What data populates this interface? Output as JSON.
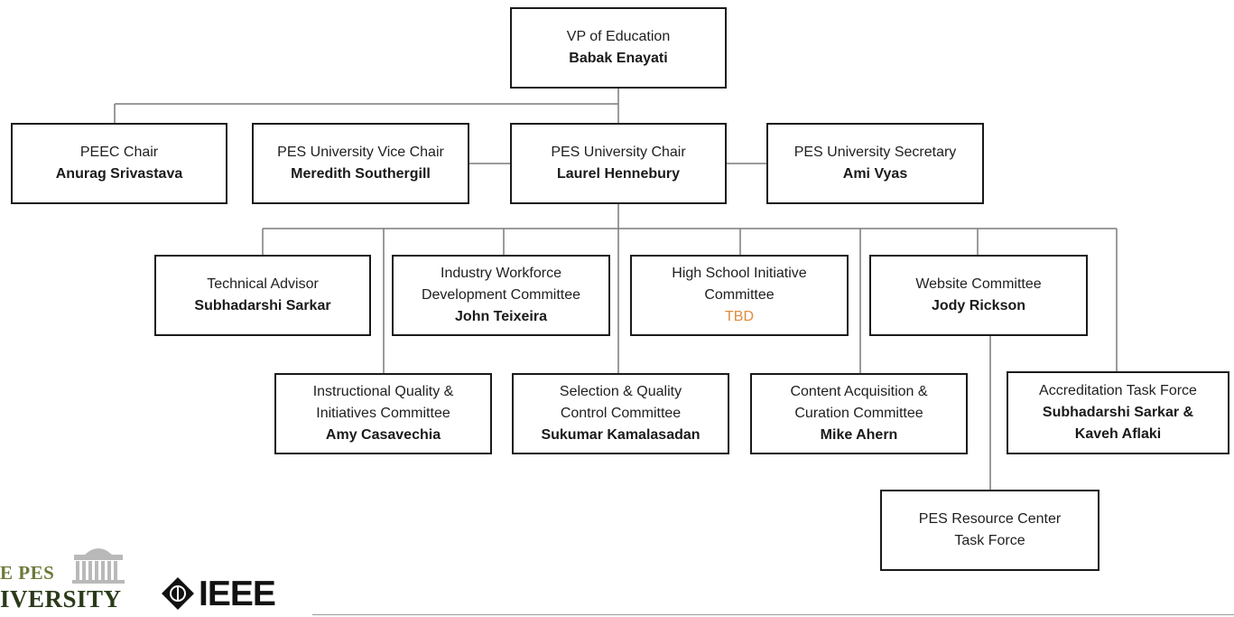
{
  "org_chart": {
    "vp": {
      "title": "VP of Education",
      "person": "Babak Enayati"
    },
    "peec": {
      "title": "PEEC Chair",
      "person": "Anurag Srivastava"
    },
    "vice_chair": {
      "title": "PES University Vice Chair",
      "person": "Meredith Southergill"
    },
    "chair": {
      "title": "PES University Chair",
      "person": "Laurel Hennebury"
    },
    "secretary": {
      "title": "PES University Secretary",
      "person": "Ami Vyas"
    },
    "technical_advisor": {
      "title": "Technical Advisor",
      "person": "Subhadarshi Sarkar"
    },
    "industry": {
      "title_line1": "Industry Workforce",
      "title_line2": "Development Committee",
      "person": "John Teixeira"
    },
    "high_school": {
      "title_line1": "High School Initiative",
      "title_line2": "Committee",
      "person": "TBD"
    },
    "website": {
      "title": "Website Committee",
      "person": "Jody Rickson"
    },
    "instructional": {
      "title_line1": "Instructional Quality &",
      "title_line2": "Initiatives Committee",
      "person": "Amy Casavechia"
    },
    "selection": {
      "title_line1": "Selection & Quality",
      "title_line2": "Control Committee",
      "person": "Sukumar Kamalasadan"
    },
    "content": {
      "title_line1": "Content Acquisition &",
      "title_line2": "Curation Committee",
      "person": "Mike Ahern"
    },
    "accreditation": {
      "title": "Accreditation Task Force",
      "person_line1": "Subhadarshi Sarkar &",
      "person_line2": "Kaveh Aflaki"
    },
    "resource_center": {
      "title_line1": "PES Resource Center",
      "title_line2": "Task Force"
    }
  },
  "logos": {
    "pes_line1": "E PES",
    "pes_line2": "IVERSITY",
    "ieee": "IEEE"
  },
  "colors": {
    "line": "#7a7a7a",
    "border": "#1a1a1a",
    "tbd": "#e08a3a"
  }
}
